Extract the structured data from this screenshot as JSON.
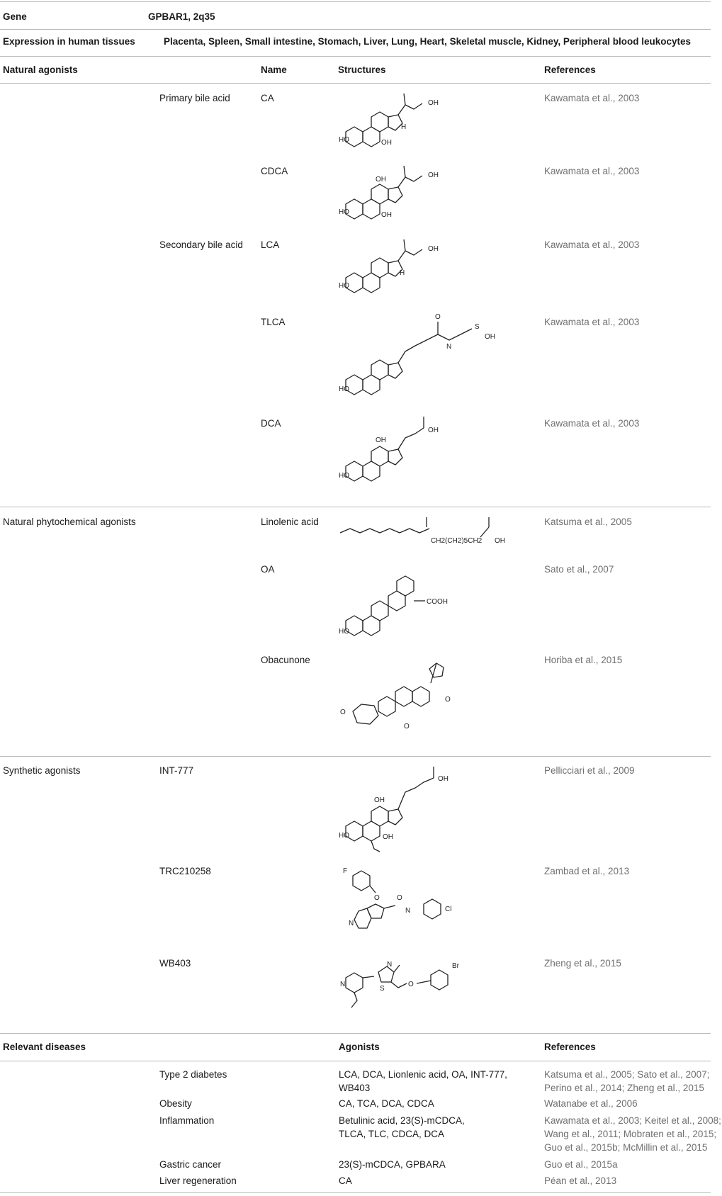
{
  "header": {
    "gene_label": "Gene",
    "gene_value": "GPBAR1, 2q35",
    "expression_label": "Expression in human tissues",
    "expression_value": "Placenta, Spleen, Small intestine, Stomach, Liver, Lung, Heart, Skeletal muscle, Kidney, Peripheral blood leukocytes"
  },
  "agonists_table": {
    "col_category": "Natural agonists",
    "col_name": "Name",
    "col_structures": "Structures",
    "col_references": "References",
    "rows": [
      {
        "category": "",
        "subcategory": "Primary bile acid",
        "name": "CA",
        "structure_icon": "steroid-structure",
        "reference": "Kawamata et al., 2003"
      },
      {
        "category": "",
        "subcategory": "",
        "name": "CDCA",
        "structure_icon": "steroid-structure",
        "reference": "Kawamata et al., 2003"
      },
      {
        "category": "",
        "subcategory": "Secondary bile acid",
        "name": "LCA",
        "structure_icon": "steroid-structure",
        "reference": "Kawamata et al., 2003"
      },
      {
        "category": "",
        "subcategory": "",
        "name": "TLCA",
        "structure_icon": "steroid-structure",
        "reference": "Kawamata et al., 2003"
      },
      {
        "category": "",
        "subcategory": "",
        "name": "DCA",
        "structure_icon": "steroid-structure",
        "reference": "Kawamata et al., 2003"
      },
      {
        "category": "Natural phytochemical agonists",
        "subcategory": "",
        "name": "Linolenic acid",
        "structure_icon": "fatty-acid-structure",
        "reference": "Katsuma et al., 2005"
      },
      {
        "category": "",
        "subcategory": "",
        "name": "OA",
        "structure_icon": "triterpene-structure",
        "reference": "Sato et al., 2007"
      },
      {
        "category": "",
        "subcategory": "",
        "name": "Obacunone",
        "structure_icon": "limonoid-structure",
        "reference": "Horiba et al., 2015"
      },
      {
        "category": "Synthetic agonists",
        "subcategory": "INT-777",
        "name": "",
        "structure_icon": "steroid-structure",
        "reference": "Pellicciari et al., 2009"
      },
      {
        "category": "",
        "subcategory": "TRC210258",
        "name": "",
        "structure_icon": "aryl-amide-structure",
        "reference": "Zambad et al., 2013"
      },
      {
        "category": "",
        "subcategory": "WB403",
        "name": "",
        "structure_icon": "thiazole-structure",
        "reference": "Zheng et al., 2015"
      }
    ]
  },
  "chem_labels": {
    "oh": "OH",
    "ho": "HO",
    "h": "H",
    "o": "O",
    "n": "N",
    "s": "S",
    "f": "F",
    "cl": "Cl",
    "br": "Br",
    "cooh": "COOH",
    "chain": "CH2(CH2)5CH2"
  },
  "diseases_table": {
    "col_disease": "Relevant diseases",
    "col_agonists": "Agonists",
    "col_references": "References",
    "rows": [
      {
        "disease": "Type 2 diabetes",
        "agonists": [
          "LCA, DCA, Lionlenic acid, OA, INT-777,",
          "WB403"
        ],
        "references": [
          "Katsuma et al., 2005; Sato et al., 2007;",
          "Perino et al., 2014; Zheng et al., 2015"
        ]
      },
      {
        "disease": "Obesity",
        "agonists": [
          "CA, TCA, DCA, CDCA"
        ],
        "references": [
          "Watanabe et al., 2006"
        ]
      },
      {
        "disease": "Inflammation",
        "agonists": [
          "Betulinic acid, 23(S)-mCDCA,",
          "TLCA, TLC, CDCA, DCA"
        ],
        "references": [
          "Kawamata et al., 2003; Keitel et al., 2008;",
          "Wang et al., 2011; Mobraten et al., 2015;",
          "Guo et al., 2015b; McMillin et al., 2015"
        ]
      },
      {
        "disease": "Gastric cancer",
        "agonists": [
          "23(S)-mCDCA, GPBARA"
        ],
        "references": [
          "Guo et al., 2015a"
        ]
      },
      {
        "disease": "Liver regeneration",
        "agonists": [
          "CA"
        ],
        "references": [
          "Péan et al., 2013"
        ]
      }
    ]
  }
}
